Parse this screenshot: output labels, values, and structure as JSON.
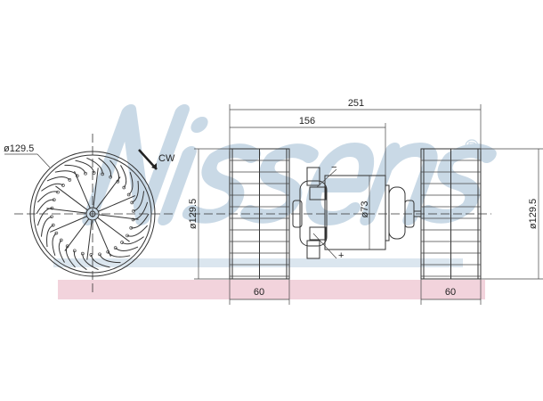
{
  "watermark": {
    "text": "Nissens",
    "registered": "®",
    "color": "#c9d9e6"
  },
  "band_color": "#f2d3dc",
  "front_view": {
    "diameter_label": "ø129.5",
    "rotation_label": "CW"
  },
  "side_view": {
    "overall_length": "251",
    "motor_offset": "156",
    "motor_diameter": "ø73",
    "left_wheel_diameter": "ø129.5",
    "right_wheel_diameter": "ø129.5",
    "left_wheel_width": "60",
    "right_wheel_width": "60",
    "terminal_negative": "−",
    "terminal_positive": "+"
  }
}
